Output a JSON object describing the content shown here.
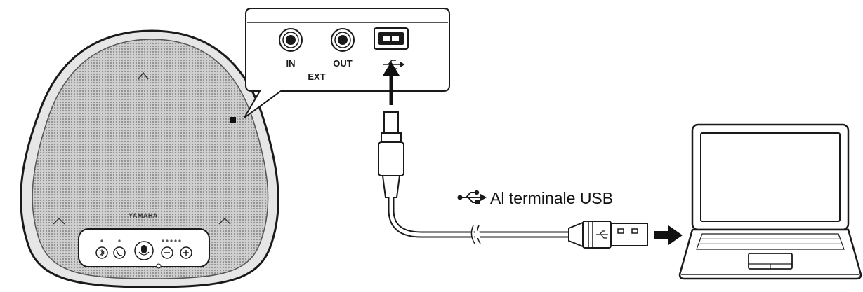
{
  "ports": {
    "in_label": "IN",
    "out_label": "OUT",
    "ext_label": "EXT"
  },
  "speaker": {
    "brand": "YAMAHA"
  },
  "cable": {
    "caption": "Al terminale USB"
  },
  "icons": {
    "usb": "usb-trident-icon",
    "arrow": "arrow-right-icon"
  },
  "colors": {
    "outline": "#1a1a1a",
    "speaker_grille": "#b8b8b8",
    "speaker_rim": "#2a2a2a"
  }
}
